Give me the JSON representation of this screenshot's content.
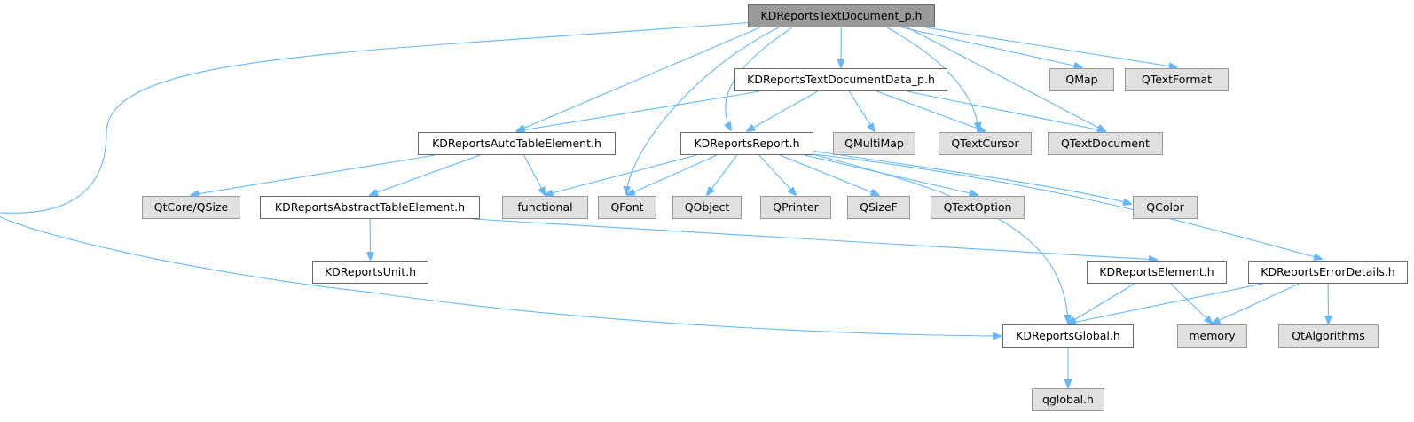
{
  "colors": {
    "edge": "#63b8ff",
    "root_fill": "#999999",
    "internal_fill": "#ffffff",
    "external_fill": "#e0e0e0",
    "border": "#666666"
  },
  "nodes": {
    "root": "KDReportsTextDocument_p.h",
    "textdocdata": "KDReportsTextDocumentData_p.h",
    "qmap": "QMap",
    "qtextformat": "QTextFormat",
    "autotable": "KDReportsAutoTableElement.h",
    "report": "KDReportsReport.h",
    "qmultimap": "QMultiMap",
    "qtextcursor": "QTextCursor",
    "qtextdocument": "QTextDocument",
    "qsize": "QtCore/QSize",
    "abstracttable": "KDReportsAbstractTableElement.h",
    "functional": "functional",
    "qfont": "QFont",
    "qobject": "QObject",
    "qprinter": "QPrinter",
    "qsizef": "QSizeF",
    "qtextoption": "QTextOption",
    "qcolor": "QColor",
    "unit": "KDReportsUnit.h",
    "element": "KDReportsElement.h",
    "errordetails": "KDReportsErrorDetails.h",
    "global": "KDReportsGlobal.h",
    "memory": "memory",
    "qtalgorithms": "QtAlgorithms",
    "qglobal": "qglobal.h"
  },
  "edges": [
    [
      "root",
      "textdocdata"
    ],
    [
      "root",
      "qmap"
    ],
    [
      "root",
      "qtextformat"
    ],
    [
      "root",
      "autotable"
    ],
    [
      "root",
      "report"
    ],
    [
      "root",
      "qfont"
    ],
    [
      "root",
      "qtextcursor"
    ],
    [
      "root",
      "qtextdocument"
    ],
    [
      "root",
      "global"
    ],
    [
      "textdocdata",
      "autotable"
    ],
    [
      "textdocdata",
      "report"
    ],
    [
      "textdocdata",
      "qmultimap"
    ],
    [
      "textdocdata",
      "qtextcursor"
    ],
    [
      "textdocdata",
      "qtextdocument"
    ],
    [
      "autotable",
      "qsize"
    ],
    [
      "autotable",
      "abstracttable"
    ],
    [
      "autotable",
      "functional"
    ],
    [
      "report",
      "functional"
    ],
    [
      "report",
      "qfont"
    ],
    [
      "report",
      "qobject"
    ],
    [
      "report",
      "qprinter"
    ],
    [
      "report",
      "qsizef"
    ],
    [
      "report",
      "qtextoption"
    ],
    [
      "report",
      "qcolor"
    ],
    [
      "report",
      "global"
    ],
    [
      "report",
      "errordetails"
    ],
    [
      "abstracttable",
      "unit"
    ],
    [
      "abstracttable",
      "element"
    ],
    [
      "element",
      "global"
    ],
    [
      "element",
      "memory"
    ],
    [
      "errordetails",
      "global"
    ],
    [
      "errordetails",
      "memory"
    ],
    [
      "errordetails",
      "qtalgorithms"
    ],
    [
      "global",
      "qglobal"
    ]
  ]
}
